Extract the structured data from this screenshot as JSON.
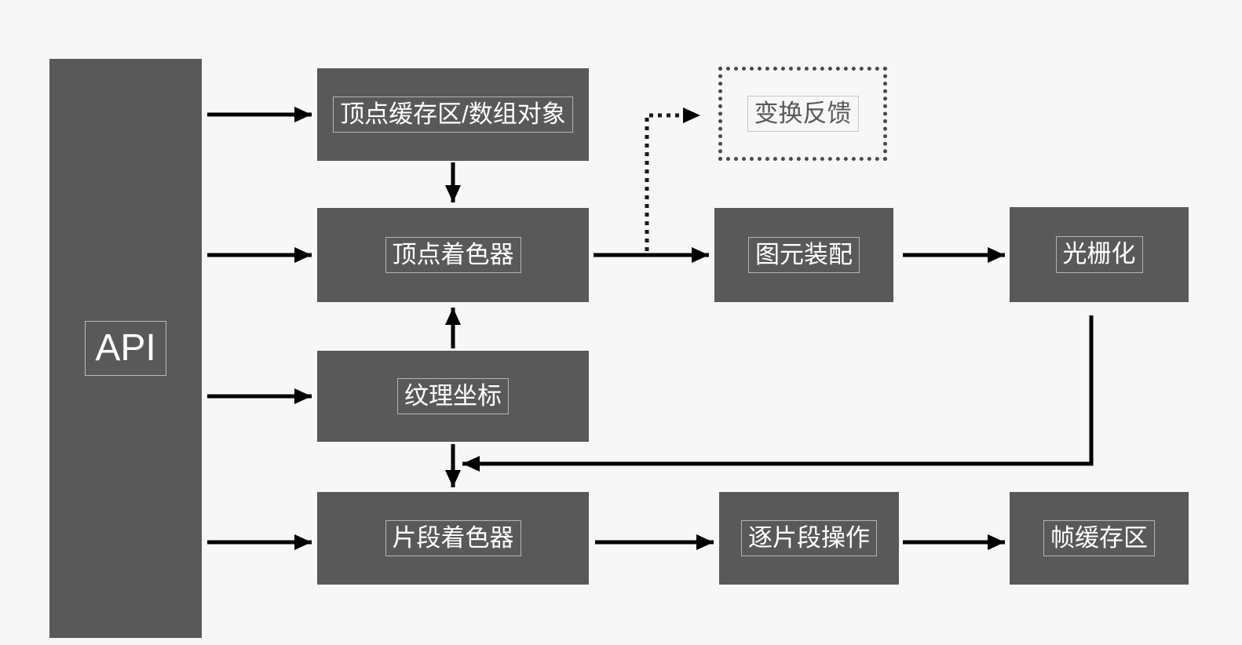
{
  "diagram": {
    "title": "rendering-pipeline-flowchart",
    "background_color": "#f7f7f7",
    "node_fill_color": "#595959",
    "node_text_color": "#ffffff",
    "arrow_color": "#000000",
    "feedback_border_style": "dotted"
  },
  "nodes": {
    "api": {
      "label": "API"
    },
    "vertex_buffer": {
      "label": "顶点缓存区/数组对象"
    },
    "vertex_shader": {
      "label": "顶点着色器"
    },
    "texture_coords": {
      "label": "纹理坐标"
    },
    "fragment_shader": {
      "label": "片段着色器"
    },
    "transform_feedback": {
      "label": "变换反馈"
    },
    "primitive_assembly": {
      "label": "图元装配"
    },
    "rasterization": {
      "label": "光栅化"
    },
    "per_fragment_ops": {
      "label": "逐片段操作"
    },
    "framebuffer": {
      "label": "帧缓存区"
    }
  },
  "edges": [
    {
      "from": "api",
      "to": "vertex_buffer",
      "style": "solid"
    },
    {
      "from": "api",
      "to": "vertex_shader",
      "style": "solid"
    },
    {
      "from": "api",
      "to": "texture_coords",
      "style": "solid"
    },
    {
      "from": "api",
      "to": "fragment_shader",
      "style": "solid"
    },
    {
      "from": "vertex_buffer",
      "to": "vertex_shader",
      "style": "solid"
    },
    {
      "from": "texture_coords",
      "to": "vertex_shader",
      "style": "solid"
    },
    {
      "from": "vertex_shader",
      "to": "primitive_assembly",
      "style": "solid"
    },
    {
      "from": "vertex_shader",
      "to": "transform_feedback",
      "style": "dotted"
    },
    {
      "from": "primitive_assembly",
      "to": "rasterization",
      "style": "solid"
    },
    {
      "from": "rasterization",
      "to": "fragment_shader",
      "style": "solid"
    },
    {
      "from": "texture_coords",
      "to": "fragment_shader",
      "style": "solid"
    },
    {
      "from": "fragment_shader",
      "to": "per_fragment_ops",
      "style": "solid"
    },
    {
      "from": "per_fragment_ops",
      "to": "framebuffer",
      "style": "solid"
    }
  ]
}
